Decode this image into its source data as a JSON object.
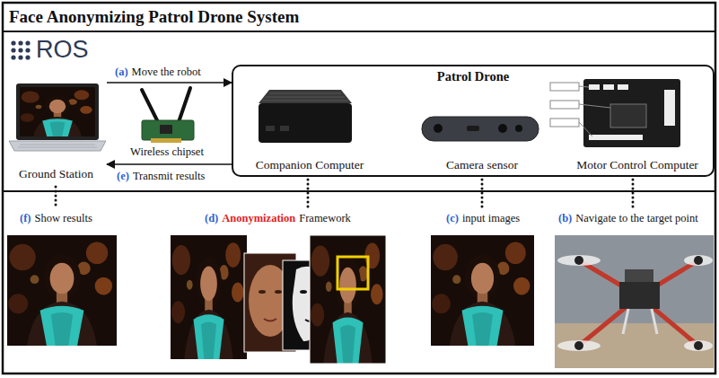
{
  "diagram": {
    "title": "Face Anonymizing Patrol Drone System",
    "nodes": [
      {
        "text": [
          "Ground Station"
        ]
      },
      {
        "text": [
          "Patrol Drone"
        ]
      },
      {
        "text": [
          "Companion Computer"
        ],
        "in": 1
      },
      {
        "text": [
          "Camera sensor"
        ],
        "in": 1
      },
      {
        "text": [
          "Motor Control Computer"
        ],
        "in": 1
      }
    ],
    "edges": [
      {
        "from": 0,
        "to": 1,
        "arrow": "to",
        "label": "Move the robot"
      },
      {
        "from": 1,
        "to": 0,
        "arrow": "to",
        "label": "Transmit results"
      }
    ],
    "labels": [
      "ROS",
      "(a)",
      "(e)",
      "Wireless chipset",
      "(f)",
      "Show results",
      "(d)",
      "Anonymization",
      "Framework",
      "(c)",
      "input images",
      "(b)",
      "Navigate to the target point"
    ]
  }
}
